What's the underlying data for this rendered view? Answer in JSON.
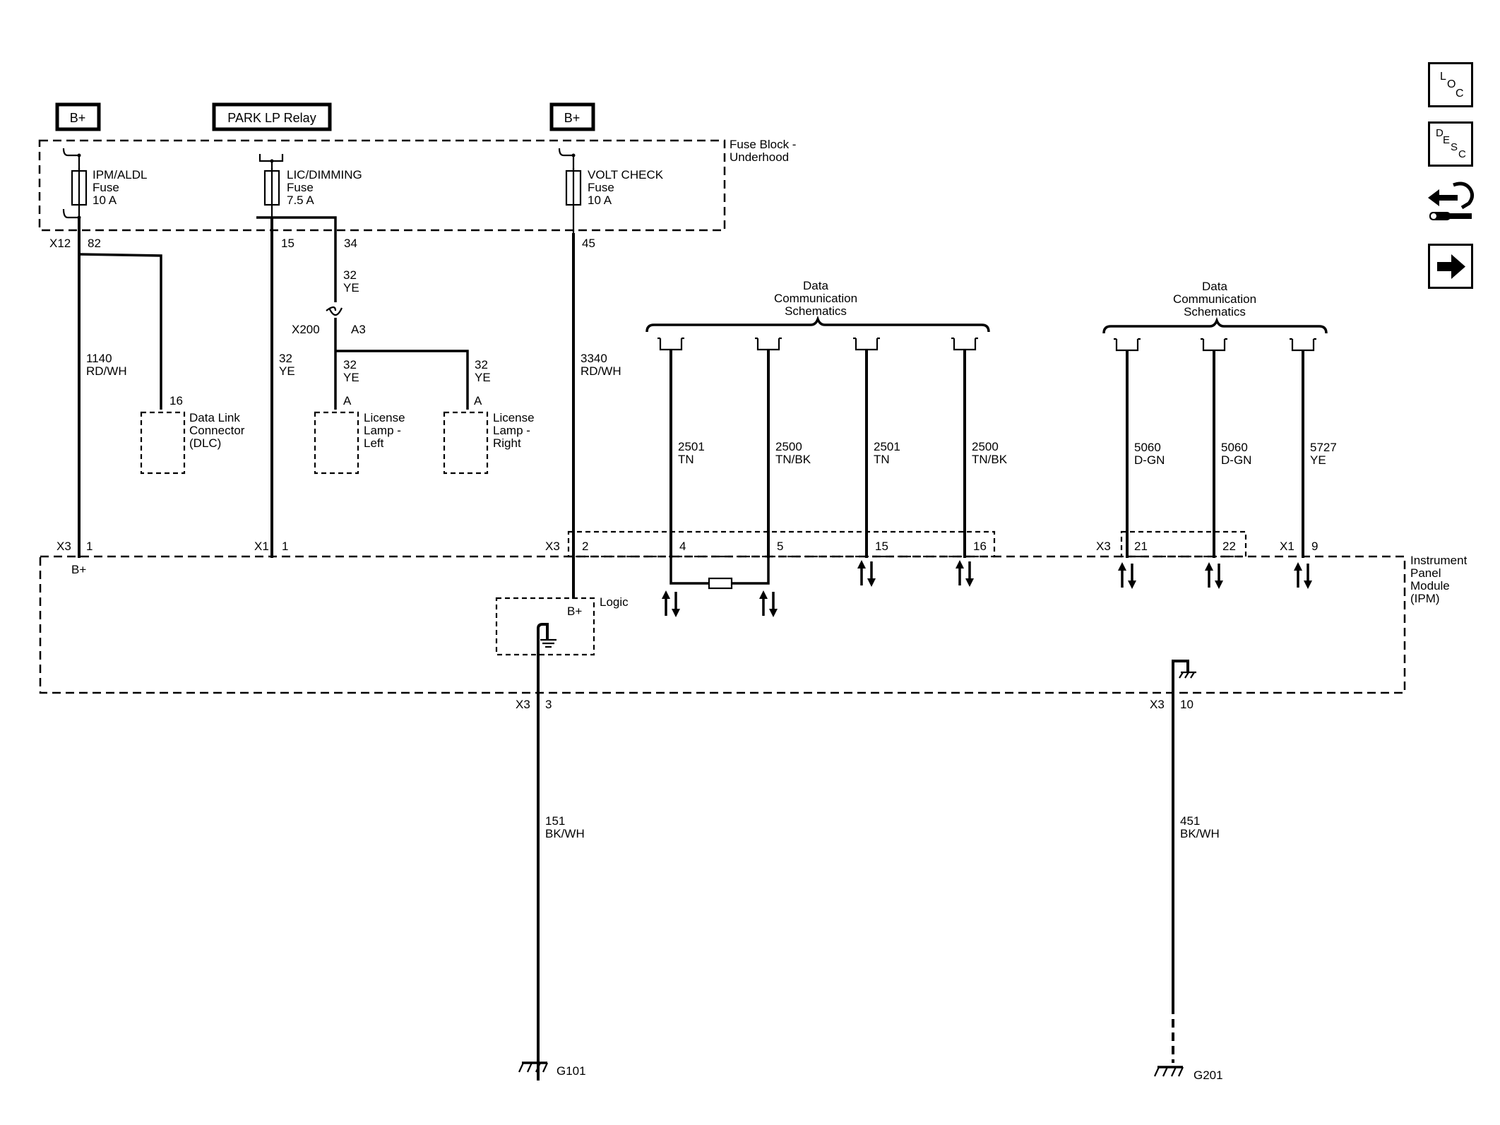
{
  "sources": {
    "bplus_left": "B+",
    "park_relay": "PARK LP Relay",
    "bplus_right": "B+"
  },
  "fuse_block": {
    "name_line1": "Fuse Block -",
    "name_line2": "Underhood",
    "fuses": [
      {
        "name": "IPM/ALDL",
        "type": "Fuse",
        "rating": "10 A"
      },
      {
        "name": "LIC/DIMMING",
        "type": "Fuse",
        "rating": "7.5 A"
      },
      {
        "name": "VOLT CHECK",
        "type": "Fuse",
        "rating": "10 A"
      }
    ],
    "pins": {
      "x12": "X12",
      "p82": "82",
      "p15": "15",
      "p34": "34",
      "p45": "45"
    }
  },
  "wires": {
    "w1140": {
      "num": "1140",
      "color": "RD/WH"
    },
    "w32_feed": {
      "num": "32",
      "color": "YE"
    },
    "w32_x1": {
      "num": "32",
      "color": "YE"
    },
    "w32_left": {
      "num": "32",
      "color": "YE"
    },
    "w32_right": {
      "num": "32",
      "color": "YE"
    },
    "w3340": {
      "num": "3340",
      "color": "RD/WH"
    },
    "w2501a": {
      "num": "2501",
      "color": "TN"
    },
    "w2500a": {
      "num": "2500",
      "color": "TN/BK"
    },
    "w2501b": {
      "num": "2501",
      "color": "TN"
    },
    "w2500b": {
      "num": "2500",
      "color": "TN/BK"
    },
    "w5060a": {
      "num": "5060",
      "color": "D-GN"
    },
    "w5060b": {
      "num": "5060",
      "color": "D-GN"
    },
    "w5727": {
      "num": "5727",
      "color": "YE"
    },
    "w151": {
      "num": "151",
      "color": "BK/WH"
    },
    "w451": {
      "num": "451",
      "color": "BK/WH"
    }
  },
  "splice": {
    "connector": "X200",
    "pin": "A3"
  },
  "components": {
    "dlc": {
      "pin": "16",
      "line1": "Data Link",
      "line2": "Connector",
      "line3": "(DLC)"
    },
    "lamp_left": {
      "pin": "A",
      "line1": "License",
      "line2": "Lamp -",
      "line3": "Left"
    },
    "lamp_right": {
      "pin": "A",
      "line1": "License",
      "line2": "Lamp -",
      "line3": "Right"
    }
  },
  "data_comm": [
    {
      "line1": "Data",
      "line2": "Communication",
      "line3": "Schematics"
    },
    {
      "line1": "Data",
      "line2": "Communication",
      "line3": "Schematics"
    }
  ],
  "ipm": {
    "name_line1": "Instrument",
    "name_line2": "Panel",
    "name_line3": "Module",
    "name_line4": "(IPM)",
    "bplus": "B+",
    "logic_label": "Logic",
    "logic_bplus": "B+",
    "connectors": {
      "x3_1": {
        "conn": "X3",
        "pin": "1"
      },
      "x1_1": {
        "conn": "X1",
        "pin": "1"
      },
      "x3_2": {
        "conn": "X3",
        "pin": "2"
      },
      "p4": "4",
      "p5": "5",
      "p15": "15",
      "p16": "16",
      "x3_21": {
        "conn": "X3",
        "pin": "21"
      },
      "p22": "22",
      "x1_9": {
        "conn": "X1",
        "pin": "9"
      },
      "x3_3": {
        "conn": "X3",
        "pin": "3"
      },
      "x3_10": {
        "conn": "X3",
        "pin": "10"
      }
    }
  },
  "grounds": {
    "g101": "G101",
    "g201": "G201"
  },
  "nav": {
    "loc": {
      "l": "L",
      "o": "O",
      "c": "C"
    },
    "desc": {
      "d": "D",
      "e": "E",
      "s": "S",
      "c": "C"
    },
    "icons": [
      "connector-view-icon",
      "next-arrow-icon"
    ]
  }
}
